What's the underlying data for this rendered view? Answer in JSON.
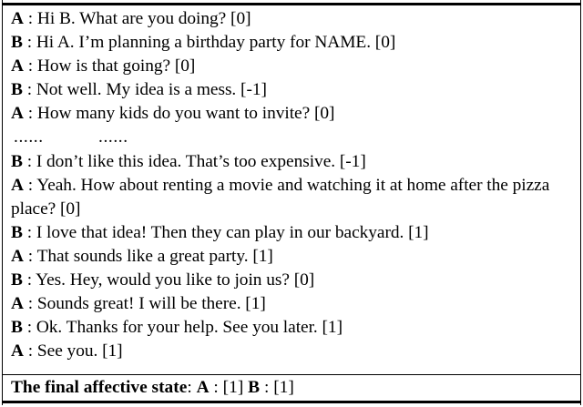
{
  "dialogue": {
    "turns": [
      {
        "speaker": "A",
        "sep": " : ",
        "text": "Hi B. What are you doing? [0]"
      },
      {
        "speaker": "B",
        "sep": " : ",
        "text": "Hi A. I’m planning a birthday party for NAME. [0]"
      },
      {
        "speaker": "A",
        "sep": " : ",
        "text": "How is that going? [0]"
      },
      {
        "speaker": "B",
        "sep": " : ",
        "text": "Not well. My idea is a mess. [-1]"
      },
      {
        "speaker": "A",
        "sep": " : ",
        "text": "How many kids do you want to invite? [0]"
      },
      {
        "speaker": "B",
        "sep": " : ",
        "text": "I don’t like this idea. That’s too expensive. [-1]"
      },
      {
        "speaker": "A",
        "sep": " : ",
        "text": "Yeah. How about renting a movie and watching it at home after the pizza place? [0]"
      },
      {
        "speaker": "B",
        "sep": " : ",
        "text": "I love that idea! Then they can play in our backyard. [1]"
      },
      {
        "speaker": "A",
        "sep": " : ",
        "text": "That sounds like a great party. [1]"
      },
      {
        "speaker": "B",
        "sep": " : ",
        "text": "Yes. Hey, would you like to join us? [0]"
      },
      {
        "speaker": "A",
        "sep": " : ",
        "text": "Sounds great! I will be there. [1]"
      },
      {
        "speaker": "B",
        "sep": " : ",
        "text": "Ok. Thanks for your help. See you later. [1]"
      },
      {
        "speaker": "A",
        "sep": " : ",
        "text": "See you. [1]"
      }
    ],
    "ellipsis": {
      "group1": "......",
      "group2": "......"
    }
  },
  "final_state": {
    "label": "The final affective state",
    "label_separator": ": ",
    "speaker_a": "A",
    "a_separator": " : ",
    "a_value": "[1]",
    "spacer": " ",
    "speaker_b": "B",
    "b_separator": " : ",
    "b_value": "[1]"
  },
  "colors": {
    "text": "#000000",
    "background": "#ffffff",
    "rule": "#000000"
  }
}
